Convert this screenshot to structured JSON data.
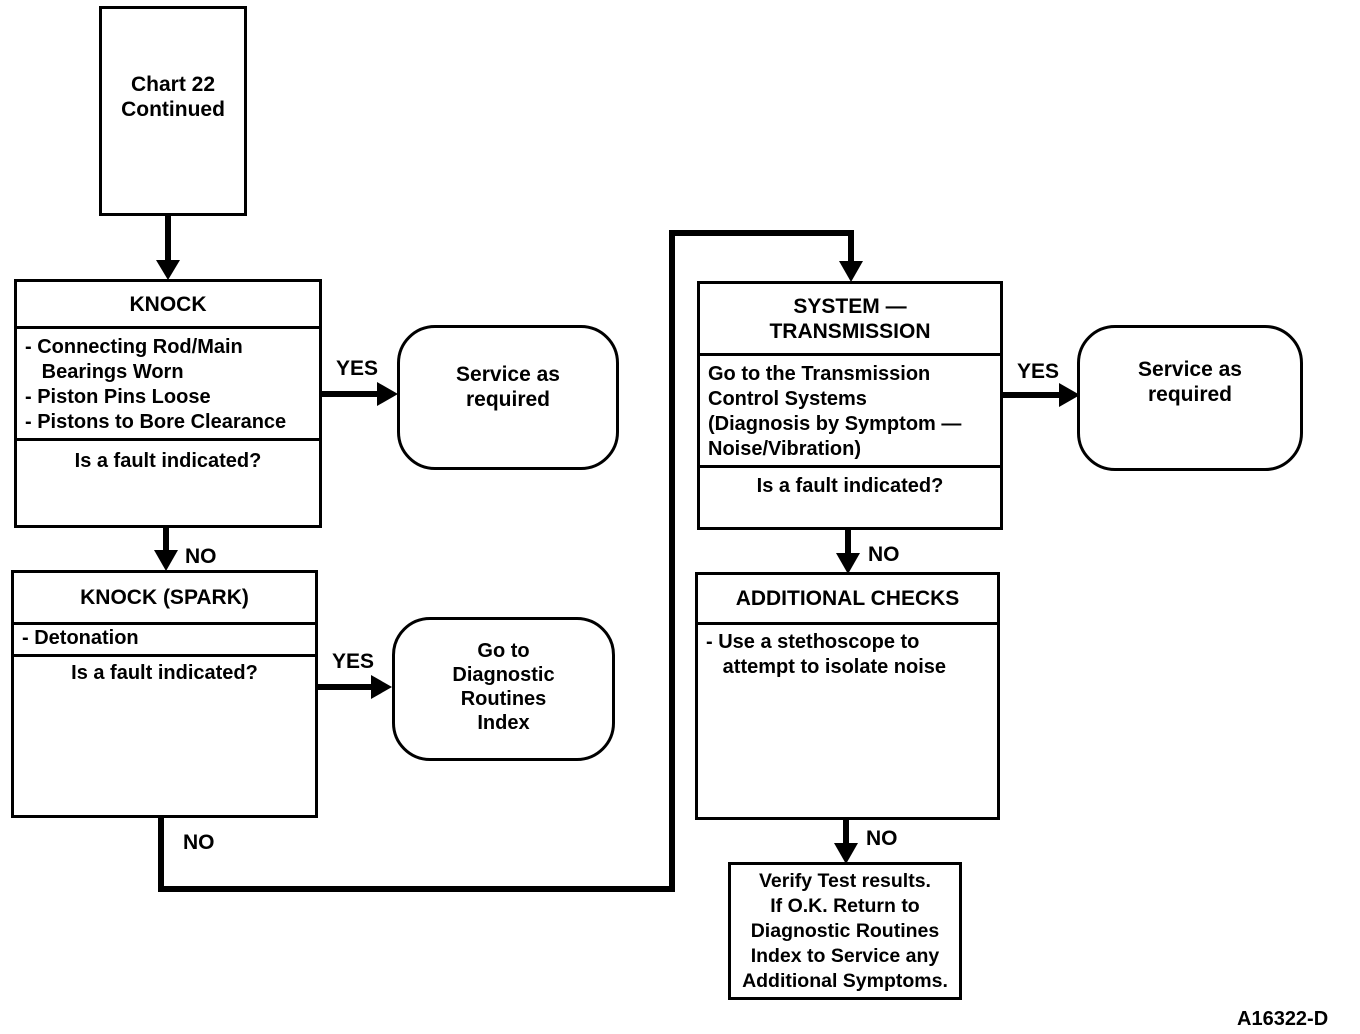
{
  "start": {
    "text": "Chart 22\nContinued"
  },
  "knock": {
    "title": "KNOCK",
    "items": [
      "- Connecting Rod/Main",
      "   Bearings Worn",
      "- Piston Pins Loose",
      "- Pistons to Bore Clearance"
    ],
    "question": "Is a fault indicated?"
  },
  "knock_spark": {
    "title": "KNOCK (SPARK)",
    "items": [
      "- Detonation"
    ],
    "question": "Is a fault indicated?"
  },
  "system_trans": {
    "title": "SYSTEM —\nTRANSMISSION",
    "items": [
      "Go to the Transmission",
      "Control Systems",
      "(Diagnosis by Symptom —",
      "Noise/Vibration)"
    ],
    "question": "Is a fault indicated?"
  },
  "additional": {
    "title": "ADDITIONAL CHECKS",
    "items": [
      "- Use a stethoscope to",
      "   attempt to isolate noise"
    ]
  },
  "service1": {
    "text": "Service as\nrequired"
  },
  "service2": {
    "text": "Service as\nrequired"
  },
  "goto_index": {
    "text": "Go to\nDiagnostic\nRoutines\nIndex"
  },
  "verify": {
    "text": "Verify Test results.\nIf O.K. Return to\nDiagnostic Routines\nIndex to Service any\nAdditional Symptoms."
  },
  "labels": {
    "yes1": "YES",
    "yes2": "YES",
    "yes3": "YES",
    "no1": "NO",
    "no2": "NO",
    "no3": "NO",
    "no4": "NO"
  },
  "figure_id": "A16322-D"
}
